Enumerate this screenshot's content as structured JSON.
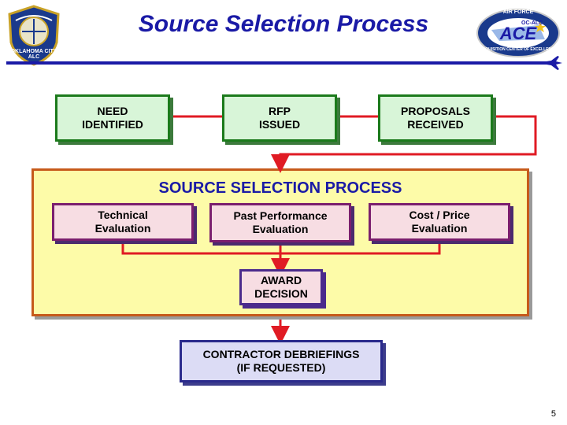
{
  "header": {
    "title": "Source Selection Process",
    "left_logo_text": "OKLAHOMA CITY ALC",
    "right_logo": {
      "top_text": "AIR FORCE",
      "main_text": "ACE",
      "sub_text": "OC-ALC",
      "ring_text": "ACQUISITION CENTER OF EXCELLENCE"
    }
  },
  "top_row": [
    {
      "line1": "NEED",
      "line2": "IDENTIFIED"
    },
    {
      "line1": "RFP",
      "line2": "ISSUED"
    },
    {
      "line1": "PROPOSALS",
      "line2": "RECEIVED"
    }
  ],
  "panel": {
    "title": "SOURCE SELECTION PROCESS",
    "evaluations": [
      {
        "line1": "Technical",
        "line2": "Evaluation"
      },
      {
        "line1": "Past Performance",
        "line2": "Evaluation"
      },
      {
        "line1": "Cost / Price",
        "line2": "Evaluation"
      }
    ],
    "award": {
      "line1": "AWARD",
      "line2": "DECISION"
    }
  },
  "debrief": {
    "line1": "CONTRACTOR DEBRIEFINGS",
    "line2": "(IF REQUESTED)"
  },
  "page_number": "5",
  "colors": {
    "title": "#1a1aa6",
    "connector": "#e01b24",
    "panel_fill": "#fdfba8",
    "panel_border": "#c65a1a"
  }
}
